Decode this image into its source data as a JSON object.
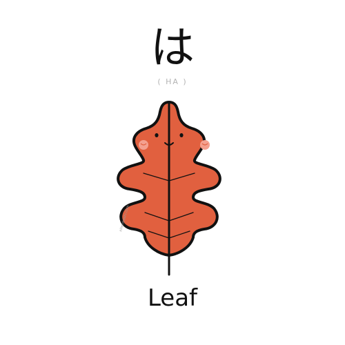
{
  "card": {
    "kana": "は",
    "romaji": "( HA )",
    "meaning": "Leaf",
    "watermark": "nihonbashi.com"
  },
  "colors": {
    "leaf_fill": "#e1603f",
    "outline": "#111111",
    "cheeks": "#f4a08f",
    "background": "#ffffff"
  },
  "illustration": {
    "subject": "leaf-character",
    "icons": [
      "leaf-illustration",
      "eye-left-icon",
      "eye-right-icon",
      "smile-icon",
      "cheek-left-icon",
      "cheek-right-icon"
    ]
  }
}
